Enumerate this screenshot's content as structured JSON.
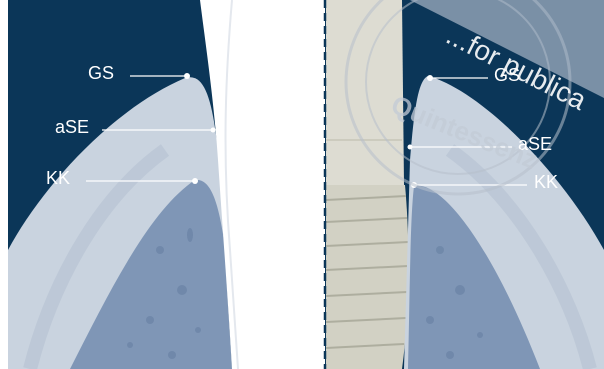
{
  "figure": {
    "background_color": "#0b3658",
    "gingiva_color": "#c9d3df",
    "bone_color": "#7f96b6",
    "crown_color": "#ffffff",
    "implant_color": "#dddcd2",
    "divider_color": "#0b3658"
  },
  "labels_left": [
    {
      "key": "gs",
      "text": "GS"
    },
    {
      "key": "ase",
      "text": "aSE"
    },
    {
      "key": "kk",
      "text": "KK"
    }
  ],
  "labels_right": [
    {
      "key": "gs",
      "text": "GS"
    },
    {
      "key": "ase",
      "text": "aSE"
    },
    {
      "key": "kk",
      "text": "KK"
    }
  ],
  "watermark": {
    "banner_text": "...for publica",
    "stamp_text": "Quintessenz",
    "color": "#9aa6b8"
  }
}
